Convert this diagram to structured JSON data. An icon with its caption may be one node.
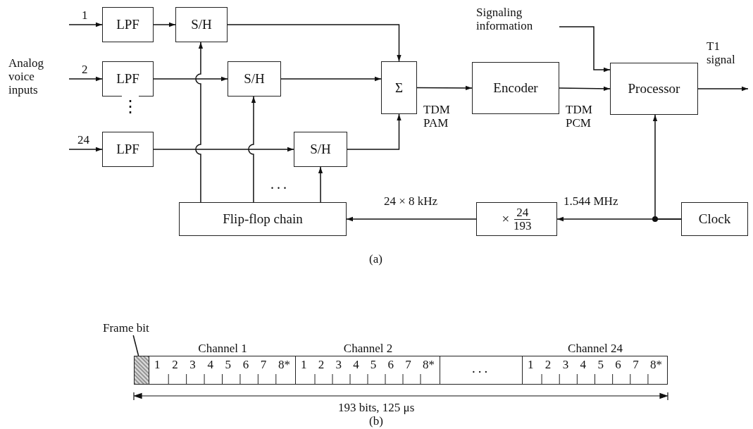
{
  "diagram": {
    "nodes": [
      {
        "text": [
          "LPF"
        ]
      },
      {
        "text": [
          "S/H"
        ]
      },
      {
        "text": [
          "LPF"
        ]
      },
      {
        "text": [
          "S/H"
        ]
      },
      {
        "text": [
          "LPF"
        ]
      },
      {
        "text": [
          "S/H"
        ]
      },
      {
        "text": [
          "Σ"
        ]
      },
      {
        "text": [
          "Encoder"
        ]
      },
      {
        "text": [
          "Processor"
        ]
      },
      {
        "text": [
          "Flip-flop chain"
        ]
      },
      {
        "text": [
          "×",
          "24",
          "193"
        ]
      },
      {
        "text": [
          "Clock"
        ]
      },
      {
        "text": [
          "Signaling information"
        ]
      },
      {
        "text": [
          "Frame bit"
        ]
      },
      {
        "text": [],
        "shape": "box"
      },
      {
        "text": [
          "Channel 1",
          "1 2 3 4 5 6 7 8*"
        ]
      },
      {
        "text": [
          "Channel 2",
          "1 2 3 4 5 6 7 8*"
        ]
      },
      {
        "text": [
          "..."
        ]
      },
      {
        "text": [
          "Channel 24",
          "1 2 3 4 5 6 7 8*"
        ]
      }
    ],
    "edges": [
      {
        "from": null,
        "to": 0,
        "arrow": "to",
        "label": "1"
      },
      {
        "from": null,
        "to": 2,
        "arrow": "to",
        "label": "2"
      },
      {
        "from": null,
        "to": 4,
        "arrow": "to",
        "label": "24"
      },
      {
        "from": 0,
        "to": 1,
        "arrow": "to"
      },
      {
        "from": 2,
        "to": 3,
        "arrow": "to"
      },
      {
        "from": 4,
        "to": 5,
        "arrow": "to"
      },
      {
        "from": 1,
        "to": 6,
        "arrow": "to"
      },
      {
        "from": 3,
        "to": 6,
        "arrow": "to"
      },
      {
        "from": 5,
        "to": 6,
        "arrow": "to"
      },
      {
        "from": 6,
        "to": 7,
        "arrow": "to",
        "label": "TDM PAM"
      },
      {
        "from": 7,
        "to": 8,
        "arrow": "to",
        "label": "TDM PCM"
      },
      {
        "from": 12,
        "to": 8,
        "arrow": "to"
      },
      {
        "from": 8,
        "to": null,
        "arrow": "to",
        "label": "T1 signal"
      },
      {
        "from": 11,
        "to": 10,
        "arrow": "to",
        "label": "1.544 MHz"
      },
      {
        "from": 11,
        "to": 8,
        "arrow": "to"
      },
      {
        "from": 10,
        "to": 9,
        "arrow": "to",
        "label": "24 × 8 kHz"
      },
      {
        "from": 9,
        "to": 1,
        "arrow": "to"
      },
      {
        "from": 9,
        "to": 3,
        "arrow": "to"
      },
      {
        "from": 9,
        "to": 5,
        "arrow": "to"
      },
      {
        "from": 13,
        "to": 14,
        "arrow": "none"
      }
    ],
    "labels": [
      "Analog voice inputs",
      "⋮",
      "...",
      "(a)",
      "193 bits, 125 μs",
      "(b)"
    ]
  }
}
